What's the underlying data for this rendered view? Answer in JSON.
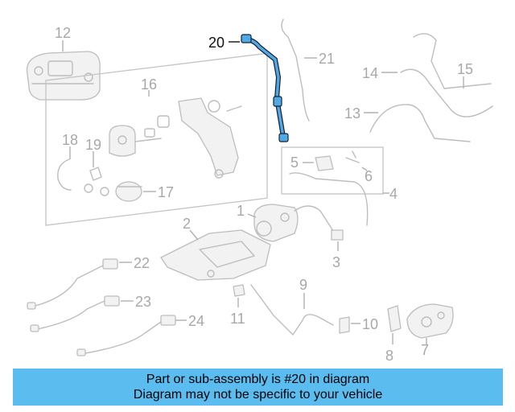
{
  "diagram": {
    "callouts": {
      "c1": "1",
      "c2": "2",
      "c3": "3",
      "c4": "4",
      "c5": "5",
      "c6": "6",
      "c7": "7",
      "c8": "8",
      "c9": "9",
      "c10": "10",
      "c11": "11",
      "c12": "12",
      "c13": "13",
      "c14": "14",
      "c15": "15",
      "c16": "16",
      "c17": "17",
      "c18": "18",
      "c19": "19",
      "c20": "20",
      "c21": "21",
      "c22": "22",
      "c23": "23",
      "c24": "24"
    },
    "highlight_color": "#4fa9e6",
    "part_color": "#bdbdbd"
  },
  "banner": {
    "line1": "Part or sub-assembly is #20 in diagram",
    "line2": "Diagram may not be specific to your vehicle",
    "background": "#5bbcf0"
  }
}
